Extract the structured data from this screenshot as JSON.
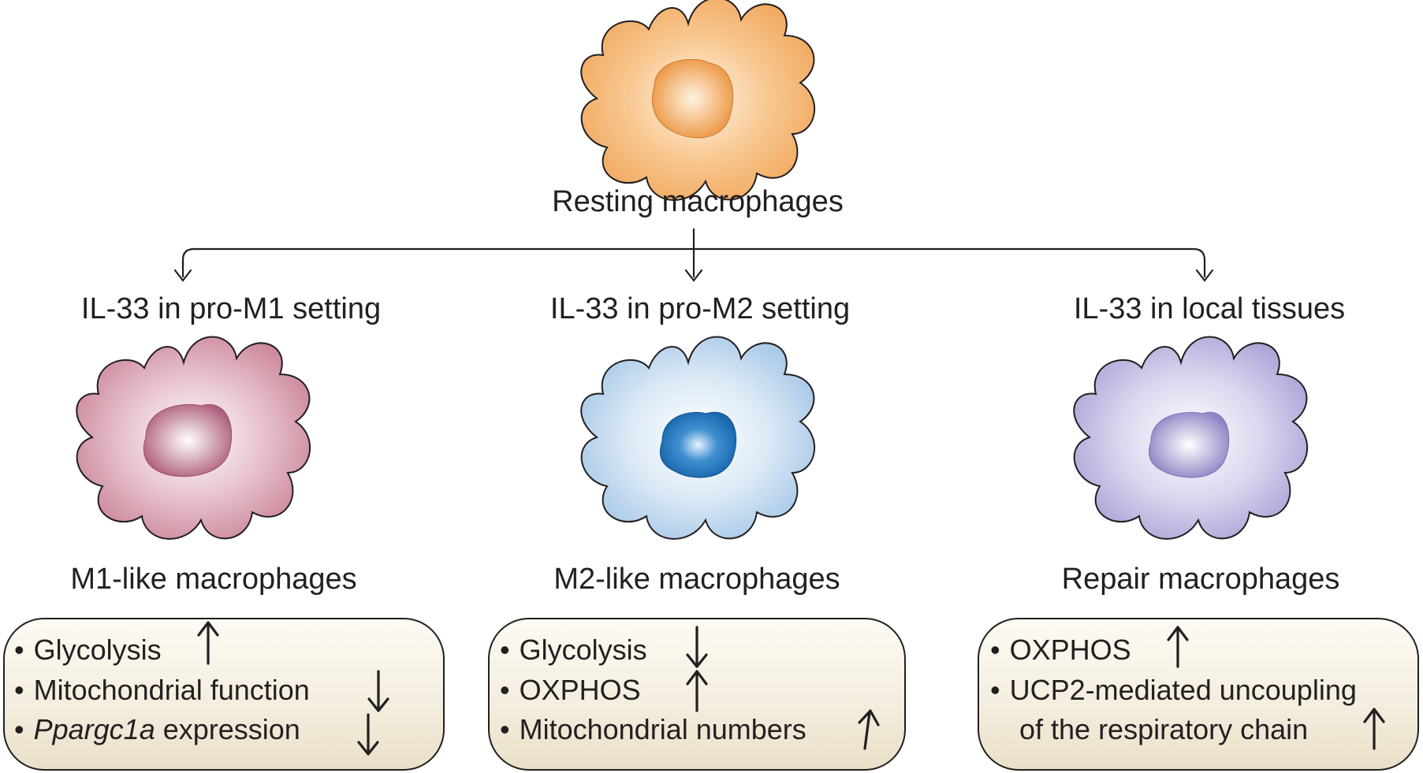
{
  "diagram": {
    "root": {
      "label": "Resting macrophages"
    },
    "branches": [
      {
        "setting": "IL-33 in pro-M1 setting",
        "cell_label": "M1-like macrophages",
        "effects": [
          {
            "text": "Glycolysis",
            "italic": false,
            "direction": "up"
          },
          {
            "text": "Mitochondrial function",
            "italic": false,
            "direction": "down"
          },
          {
            "text": "Ppargc1a",
            "suffix": " expression",
            "italic": true,
            "direction": "down"
          }
        ]
      },
      {
        "setting": "IL-33 in pro-M2 setting",
        "cell_label": "M2-like macrophages",
        "effects": [
          {
            "text": "Glycolysis",
            "italic": false,
            "direction": "down"
          },
          {
            "text": "OXPHOS",
            "italic": false,
            "direction": "up"
          },
          {
            "text": "Mitochondrial numbers",
            "italic": false,
            "direction": "up"
          }
        ]
      },
      {
        "setting": "IL-33 in local tissues",
        "cell_label": "Repair macrophages",
        "effects": [
          {
            "text": "OXPHOS",
            "italic": false,
            "direction": "up"
          },
          {
            "text": "UCP2-mediated uncoupling",
            "italic": false,
            "direction": "none"
          },
          {
            "text": "of the respiratory chain",
            "italic": false,
            "direction": "up",
            "continuation": true
          }
        ]
      }
    ],
    "bullet_symbol": "•",
    "colors": {
      "resting_cell": "#f5b878",
      "resting_nucleus": "#ee9a48",
      "m1_cell": "#d9a2b1",
      "m1_nucleus": "#b76a86",
      "m2_cell": "#c5dcf0",
      "m2_nucleus": "#2377bd",
      "repair_cell": "#c9c1e4",
      "repair_nucleus": "#9a8fca",
      "outline": "#231f20",
      "box_fill": "#f4eedf"
    }
  }
}
